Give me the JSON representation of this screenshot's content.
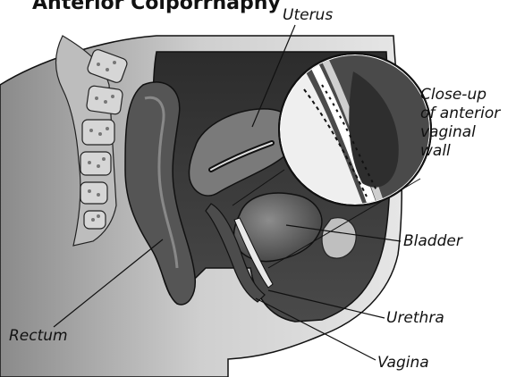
{
  "title": "Anterior Colporrhaphy",
  "labels": {
    "uterus": "Uterus",
    "closeup_line1": "Close-up",
    "closeup_line2": "of anterior",
    "closeup_line3": "vaginal",
    "closeup_line4": "wall",
    "bladder": "Bladder",
    "rectum": "Rectum",
    "urethra": "Urethra",
    "vagina": "Vagina"
  },
  "colors": {
    "body_light": "#d9d9d9",
    "body_mid": "#9a9a9a",
    "organ_dark": "#3a3a3a",
    "organ_mid": "#6f6f6f",
    "bone": "#cfcfcf",
    "outline": "#111111"
  }
}
